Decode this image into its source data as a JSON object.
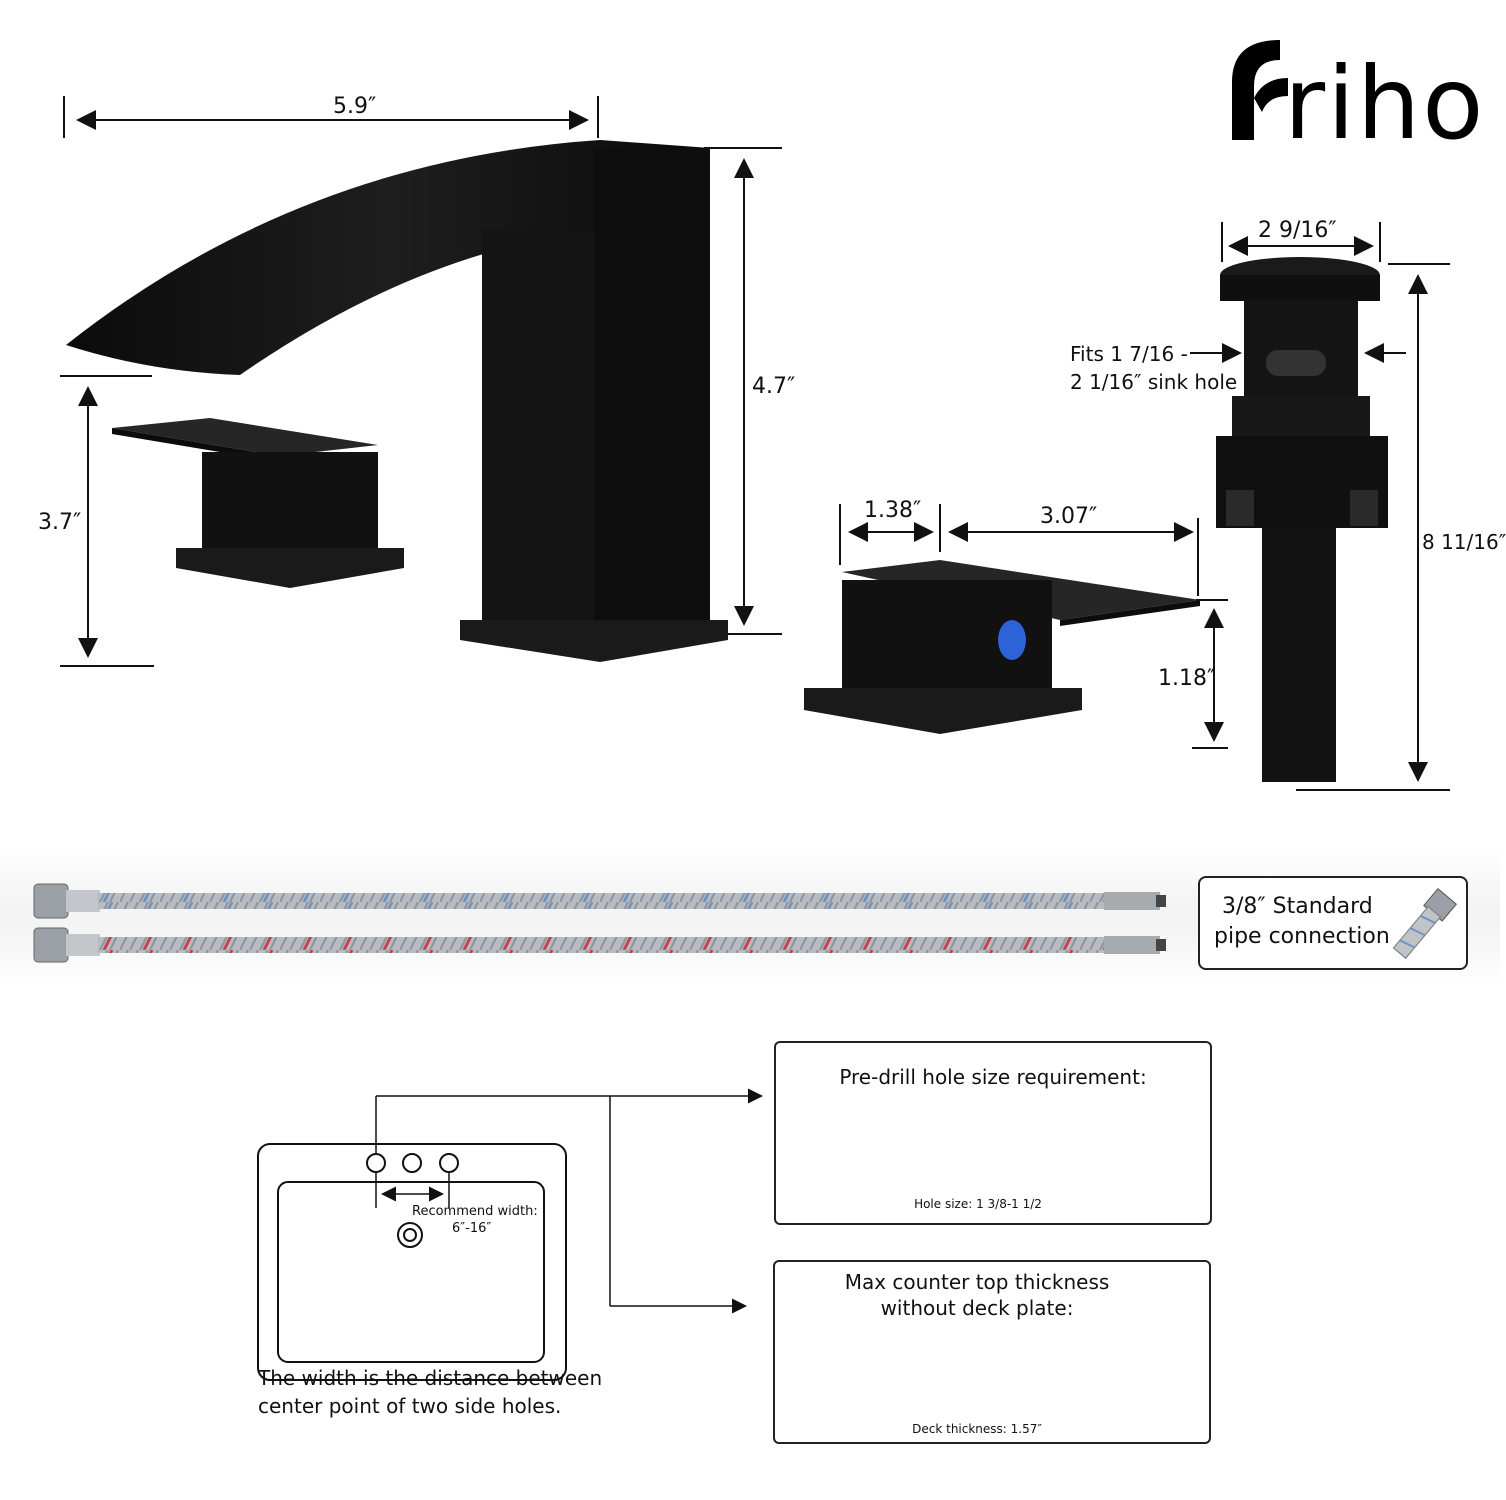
{
  "brand": {
    "logo_text": "riho"
  },
  "dimensions": {
    "spout_length": "5.9″",
    "spout_height": "4.7″",
    "spout_clearance": "3.7″",
    "handle_base_width": "1.38″",
    "handle_lever_length": "3.07″",
    "handle_height": "1.18″",
    "drain_cap_diameter": "2 9/16″",
    "drain_length": "8 11/16″",
    "drain_fit_line1": "Fits 1 7/16 -",
    "drain_fit_line2": "2 1/16″ sink hole"
  },
  "hoses": {
    "connection_line1": "3/8″ Standard",
    "connection_line2": "pipe connection",
    "colors": {
      "cold": "#6f93c8",
      "hot": "#c8404e",
      "braid": "#b8bcc2"
    }
  },
  "sink": {
    "recommend_line1": "Recommend width:",
    "recommend_line2": "6″-16″",
    "note_line1": "The width is the distance between",
    "note_line2": "center point of two side holes."
  },
  "predrill": {
    "title": "Pre-drill hole size requirement:",
    "hole_size": "Hole size: 1 3/8-1 1/2"
  },
  "counter": {
    "title_line1": "Max counter top thickness",
    "title_line2": "without deck plate:",
    "deck_thickness": "Deck thickness: 1.57″"
  }
}
